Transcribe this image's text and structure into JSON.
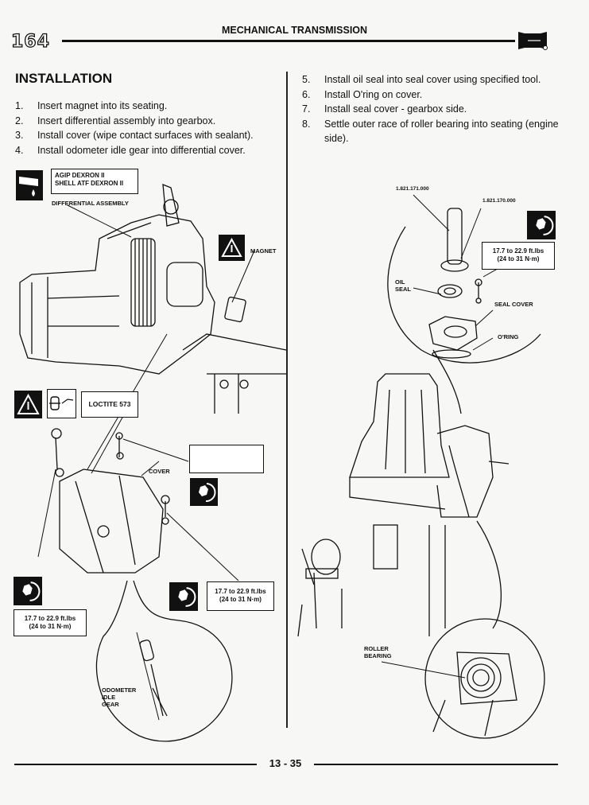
{
  "header": {
    "model": "164",
    "section_title": "MECHANICAL TRANSMISSION",
    "section_icon": "transmission-icon"
  },
  "left_column": {
    "heading": "INSTALLATION",
    "steps": [
      {
        "num": "1.",
        "text": "Insert magnet into its seating."
      },
      {
        "num": "2.",
        "text": "Insert differential assembly into gearbox."
      },
      {
        "num": "3.",
        "text": "Install cover (wipe contact surfaces with sealant)."
      },
      {
        "num": "4.",
        "text": "Install odometer idle gear into differential cover."
      }
    ]
  },
  "right_column": {
    "steps": [
      {
        "num": "5.",
        "text": "Install oil seal into seal cover using specified tool."
      },
      {
        "num": "6.",
        "text": "Install O'ring on cover."
      },
      {
        "num": "7.",
        "text": "Install seal cover - gearbox side."
      },
      {
        "num": "8.",
        "text": "Settle outer race of roller bearing into seating (engine side)."
      }
    ]
  },
  "figure_left": {
    "lubricant_box": [
      "AGIP DEXRON II",
      "SHELL ATF DEXRON II"
    ],
    "lubricant_icon": "oil-can-icon",
    "label_differential": "DIFFERENTIAL ASSEMBLY",
    "label_magnet": "MAGNET",
    "warning_icon": "warning-triangle-icon",
    "sealant_box": "LOCTITE 573",
    "label_cover": "COVER",
    "label_odometer": [
      "ODOMETER",
      "IDLE",
      "GEAR"
    ],
    "torque_icon": "torque-wrench-icon",
    "torque_left": [
      "17.7 to 22.9 ft.lbs",
      "(24 to 31 N·m)"
    ],
    "torque_mid": [
      "17.7 to 22.9 ft.lbs",
      "(24 to 31 N·m)"
    ],
    "blank_box": ""
  },
  "figure_right": {
    "tool_1": "1.821.171.000",
    "tool_2": "1.821.170.000",
    "torque": [
      "17.7 to 22.9 ft.lbs",
      "(24 to 31 N·m)"
    ],
    "label_oil_seal": [
      "OIL",
      "SEAL"
    ],
    "label_seal_cover": "SEAL COVER",
    "label_oring": "O'RING",
    "label_roller_bearing": [
      "ROLLER",
      "BEARING"
    ]
  },
  "footer": {
    "page_number": "13 - 35"
  }
}
